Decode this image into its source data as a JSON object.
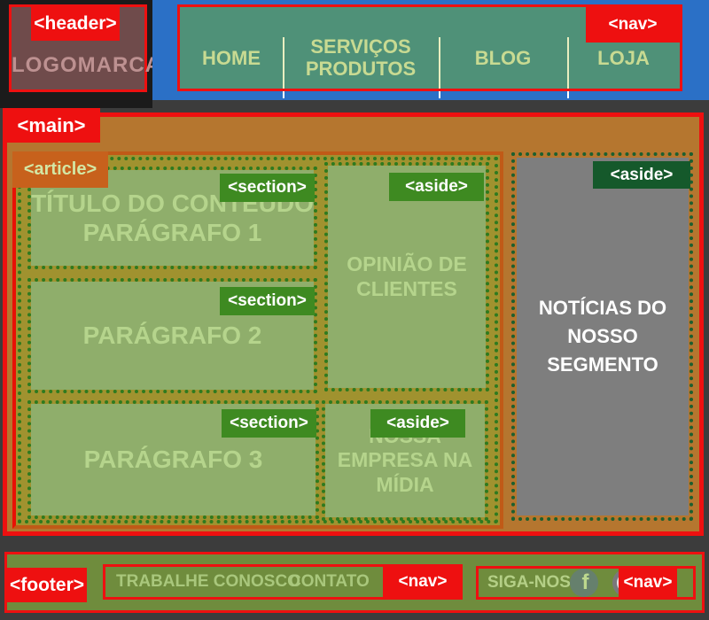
{
  "tags": {
    "header": "<header>",
    "nav": "<nav>",
    "main": "<main>",
    "article": "<article>",
    "section": "<section>",
    "aside": "<aside>",
    "footer": "<footer>"
  },
  "header": {
    "logo": "LOGOMARCA"
  },
  "top_nav": {
    "items": [
      {
        "label": "HOME"
      },
      {
        "label": "SERVIÇOS PRODUTOS"
      },
      {
        "label": "BLOG"
      },
      {
        "label": "LOJA"
      }
    ]
  },
  "article": {
    "section1": {
      "title": "TÍTULO DO CONTEÚDO",
      "subtitle": "PARÁGRAFO 1"
    },
    "section2": {
      "text": "PARÁGRAFO 2"
    },
    "section3": {
      "text": "PARÁGRAFO 3"
    },
    "aside_clients": {
      "text": "OPINIÃO DE CLIENTES"
    },
    "aside_media": {
      "text": "NOSSA EMPRESA NA MÍDIA"
    }
  },
  "aside_news": {
    "text": "NOTÍCIAS DO NOSSO SEGMENTO"
  },
  "footer": {
    "links": [
      {
        "label": "TRABALHE CONOSCO"
      },
      {
        "label": "CONTATO"
      }
    ],
    "follow_label": "SIGA-NOS:",
    "social": [
      {
        "name": "facebook",
        "glyph": "f"
      },
      {
        "name": "social-2",
        "glyph": ""
      }
    ]
  },
  "colors": {
    "label_red": "#ee1010",
    "tag_green": "#3e8a21",
    "tag_dark_green": "#15592b",
    "article_label_orange": "#c7611c",
    "article_border_orange": "#c05a17",
    "blue": "#2b70c6",
    "teal_nav": "#4f9178",
    "main_orange": "#b5762f",
    "article_olive": "#a0922f",
    "section_green": "#8fae6b",
    "dotted_green": "#2e7a1f",
    "aside_gray": "#7e7e7e",
    "footer_green": "#6f8c3d",
    "text_light_green": "#b5d48c",
    "header_brown": "#6f4b4b",
    "logo_pink": "#bd9191"
  }
}
